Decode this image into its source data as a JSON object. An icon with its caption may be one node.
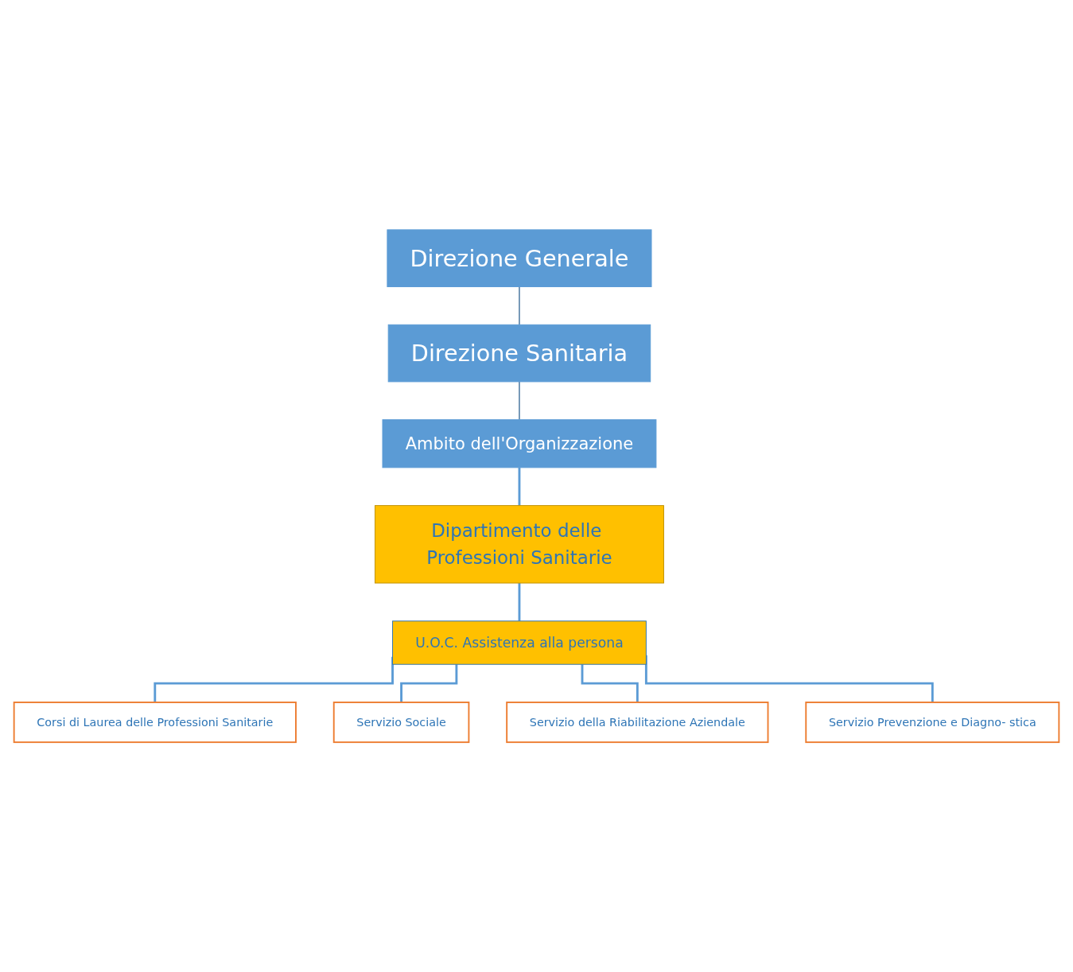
{
  "diagram": {
    "nodes": [
      {
        "text": [
          "Direzione Generale"
        ]
      },
      {
        "text": [
          "Direzione Sanitaria"
        ]
      },
      {
        "text": [
          "Ambito dell'Organizzazione"
        ]
      },
      {
        "text": [
          "Dipartimento delle Professioni Sanitarie"
        ]
      },
      {
        "text": [
          "U.O.C. Assistenza alla persona"
        ]
      },
      {
        "text": [
          "Corsi di Laurea delle Professioni Sanitarie"
        ]
      },
      {
        "text": [
          "Servizio Sociale"
        ]
      },
      {
        "text": [
          "Servizio della Riabilitazione Aziendale"
        ]
      },
      {
        "text": [
          "Servizio Prevenzione e Diagno- stica"
        ]
      }
    ],
    "edges": [
      {
        "from": 0,
        "to": 1,
        "arrow": "none",
        "color": "#41719c"
      },
      {
        "from": 1,
        "to": 2,
        "arrow": "none",
        "color": "#41719c"
      },
      {
        "from": 2,
        "to": 3,
        "arrow": "none"
      },
      {
        "from": 3,
        "to": 4,
        "arrow": "none"
      },
      {
        "from": 4,
        "to": 5,
        "arrow": "none"
      },
      {
        "from": 4,
        "to": 6,
        "arrow": "none"
      },
      {
        "from": 4,
        "to": 7,
        "arrow": "none"
      },
      {
        "from": 4,
        "to": 8,
        "arrow": "none"
      }
    ]
  }
}
